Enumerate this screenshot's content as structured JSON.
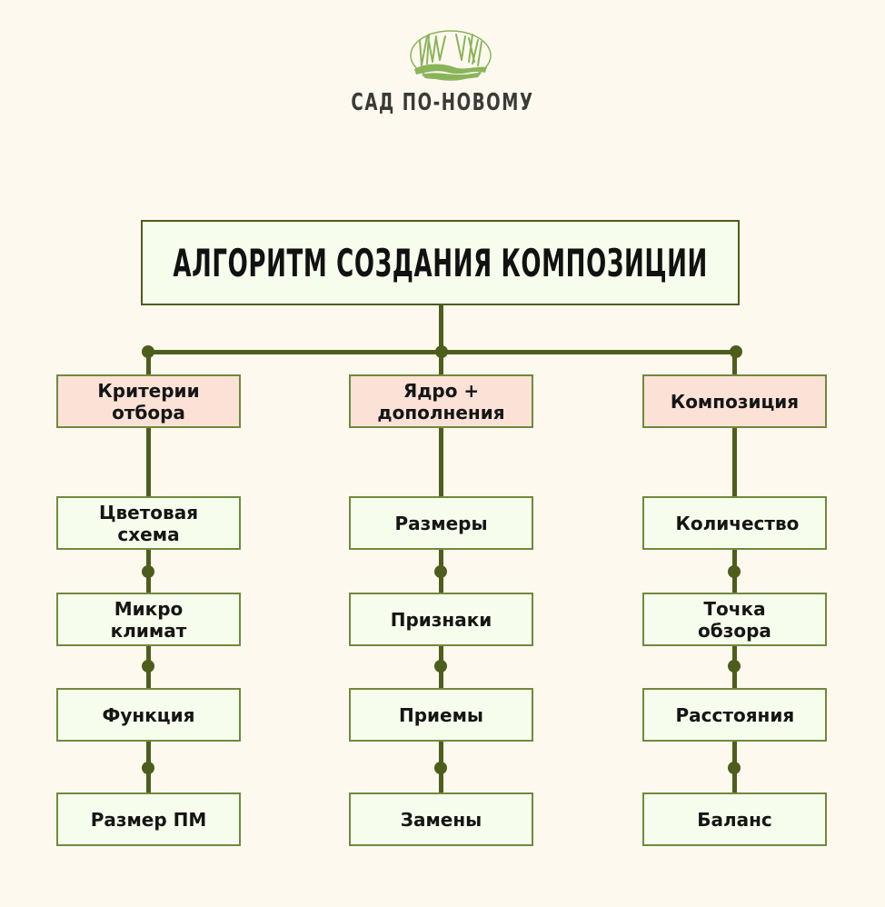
{
  "brand": {
    "name": "САД ПО-НОВОМУ",
    "logo_icon": "forest-stream-oval-icon",
    "colors": {
      "logo_green": "#8ab45a",
      "text": "#3a3a36"
    }
  },
  "diagram": {
    "title": "АЛГОРИТМ СОЗДАНИЯ КОМПОЗИЦИИ",
    "colors": {
      "background": "#fdf9ef",
      "connector": "#4d5e1c",
      "header_fill": "#fbe1d6",
      "node_fill": "#f7fdec",
      "border": "#6f8a3e"
    },
    "columns": [
      {
        "header": "Критерии отбора",
        "items": [
          "Цветовая схема",
          "Микро климат",
          "Функция",
          "Размер ПМ"
        ]
      },
      {
        "header": "Ядро + дополнения",
        "items": [
          "Размеры",
          "Признаки",
          "Приемы",
          "Замены"
        ]
      },
      {
        "header": "Композиция",
        "items": [
          "Количество",
          "Точка обзора",
          "Расстояния",
          "Баланс"
        ]
      }
    ]
  }
}
